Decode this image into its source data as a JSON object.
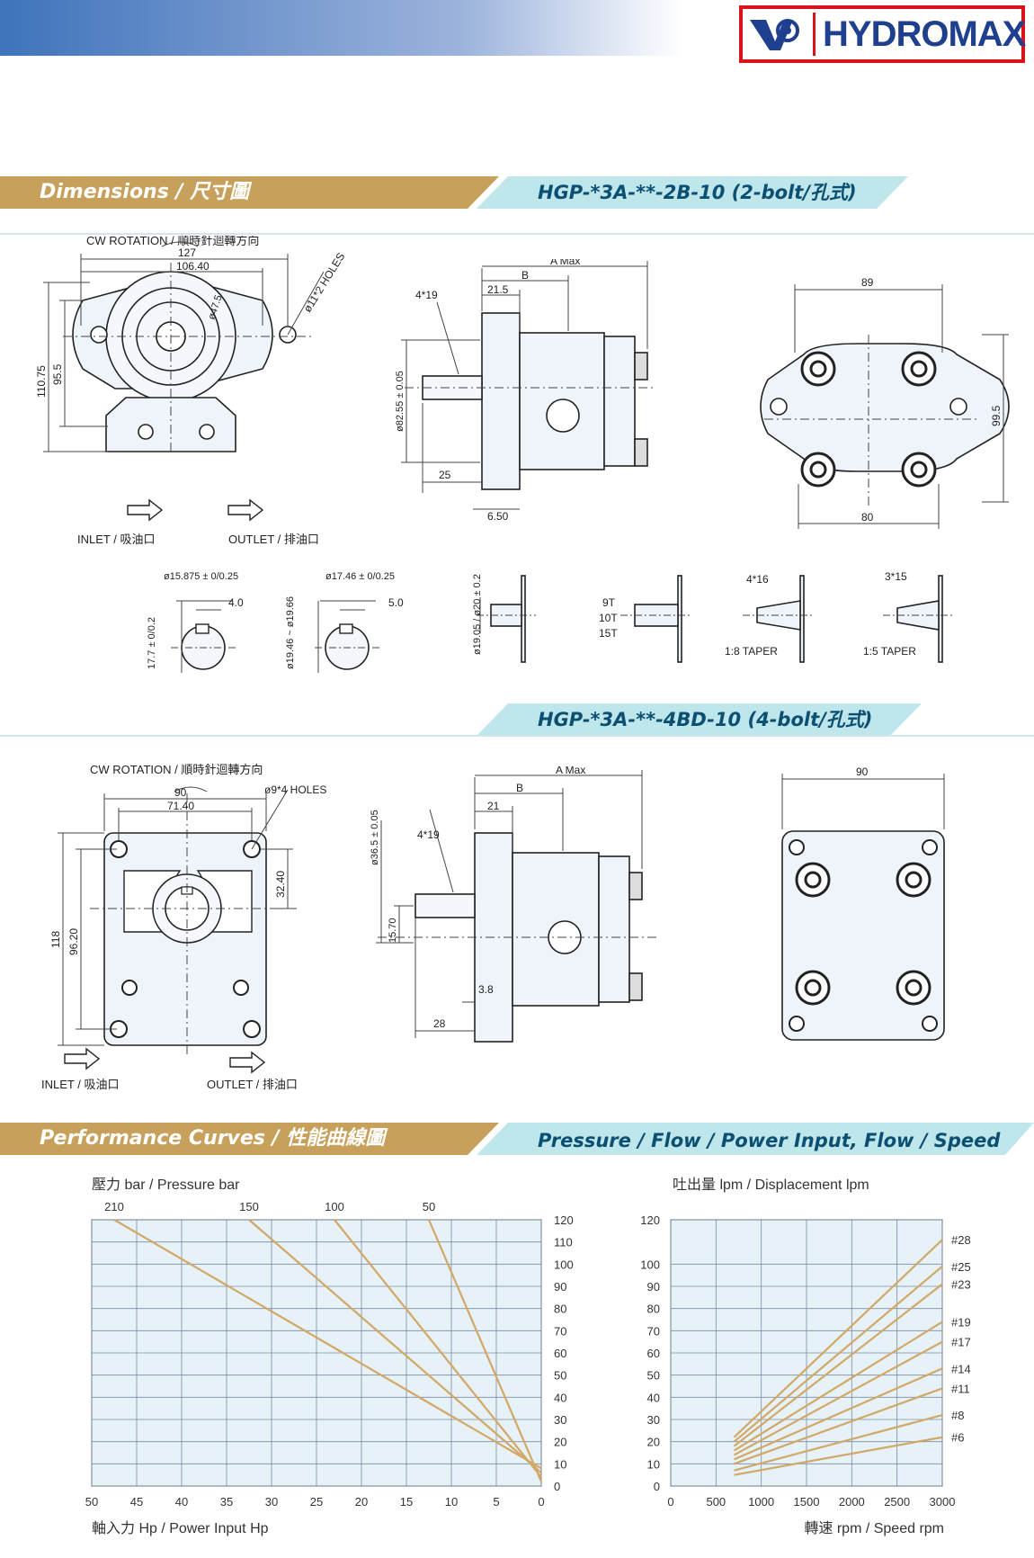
{
  "logo": {
    "text": "HYDROMAX",
    "brand_color": "#d8141a",
    "text_color": "#1f3f8f"
  },
  "colors": {
    "band_gold": "#c7a15b",
    "band_aqua": "#bfe6ea",
    "curve": "#d2a867",
    "grid_bg": "#e7f1f8",
    "top_bar": "#3f73bb"
  },
  "sections": {
    "dimensions_label": "Dimensions / 尺寸圖",
    "model_2bolt": "HGP-*3A-**-2B-10 (2-bolt/孔式)",
    "model_4bolt": "HGP-*3A-**-4BD-10 (4-bolt/孔式)",
    "performance_label": "Performance Curves / 性能曲線圖",
    "performance_sub": "Pressure / Flow / Power Input, Flow / Speed"
  },
  "drawing_2bolt": {
    "rotation": "CW ROTATION / 順時針迴轉方向",
    "dim_127": "127",
    "dim_106_40": "106.40",
    "holes": "ø11*2 HOLES",
    "bolt_circle": "ø47.5",
    "dim_110_75": "110.75",
    "dim_95_5": "95.5",
    "inlet": "INLET / 吸油口",
    "outlet": "OUTLET / 排油口",
    "a_max": "A Max",
    "b": "B",
    "dim_21_5": "21.5",
    "key_4x19": "4*19",
    "pilot": "ø82.55 ± 0.05",
    "dim_25": "25",
    "dim_6_50": "6.50",
    "dim_89": "89",
    "dim_99_5": "99.5",
    "dim_80": "80"
  },
  "shafts": {
    "key1_dia": "ø15.875 ± 0/0.25",
    "key1_w": "4.0",
    "key1_h": "17.7 ± 0/0.2",
    "key2_dia": "ø17.46 ± 0/0.25",
    "key2_w": "5.0",
    "key2_h": "ø19.46 ~ ø19.66",
    "shaft3": "ø19.05 / ø20 ± 0.2",
    "spline_9t": "9T",
    "spline_10t": "10T",
    "spline_15t": "15T",
    "taper1_key": "4*16",
    "taper1": "1:8 TAPER",
    "taper2_key": "3*15",
    "taper2": "1:5 TAPER"
  },
  "drawing_4bolt": {
    "rotation": "CW ROTATION / 順時針迴轉方向",
    "dim_90": "90",
    "dim_71_40": "71.40",
    "holes": "ø9*4 HOLES",
    "dim_32_40": "32.40",
    "dim_118": "118",
    "dim_96_20": "96.20",
    "inlet": "INLET / 吸油口",
    "outlet": "OUTLET / 排油口",
    "a_max": "A Max",
    "b": "B",
    "dim_21": "21",
    "key_4x19": "4*19",
    "pilot": "ø36.5 ± 0.05",
    "dim_15_70": "15.70",
    "dim_3_8": "3.8",
    "dim_28": "28",
    "side_90": "90"
  },
  "chart_data": [
    {
      "type": "line",
      "title": "壓力 bar / Pressure bar",
      "xlabel": "軸入力 Hp / Power Input Hp",
      "ylabel": "",
      "x_ticks": [
        50,
        45,
        40,
        35,
        30,
        25,
        20,
        15,
        10,
        5,
        0
      ],
      "xlim": [
        50,
        0
      ],
      "y_ticks": [
        0,
        10,
        20,
        30,
        40,
        50,
        60,
        70,
        80,
        90,
        100,
        110,
        120
      ],
      "ylim": [
        0,
        120
      ],
      "top_ticks": [
        210,
        150,
        100,
        50
      ],
      "grid": true,
      "series": [
        {
          "name": "210",
          "points": [
            [
              47.5,
              120
            ],
            [
              0,
              8
            ]
          ]
        },
        {
          "name": "150",
          "points": [
            [
              32.5,
              120
            ],
            [
              0,
              6
            ]
          ]
        },
        {
          "name": "100",
          "points": [
            [
              23,
              120
            ],
            [
              0,
              4
            ]
          ]
        },
        {
          "name": "50",
          "points": [
            [
              12.5,
              120
            ],
            [
              0,
              2
            ]
          ]
        }
      ]
    },
    {
      "type": "line",
      "title": "吐出量 lpm / Displacement lpm",
      "xlabel": "轉速 rpm / Speed rpm",
      "ylabel": "",
      "x_ticks": [
        0,
        500,
        1000,
        1500,
        2000,
        2500,
        3000
      ],
      "xlim": [
        0,
        3000
      ],
      "y_ticks": [
        0,
        10,
        20,
        30,
        40,
        50,
        60,
        70,
        80,
        90,
        100,
        120
      ],
      "ylim": [
        0,
        120
      ],
      "grid": true,
      "series": [
        {
          "name": "#28",
          "points": [
            [
              700,
              22
            ],
            [
              3000,
              111
            ]
          ]
        },
        {
          "name": "#25",
          "points": [
            [
              700,
              20
            ],
            [
              3000,
              99
            ]
          ]
        },
        {
          "name": "#23",
          "points": [
            [
              700,
              18
            ],
            [
              3000,
              91
            ]
          ]
        },
        {
          "name": "#19",
          "points": [
            [
              700,
              16
            ],
            [
              3000,
              74
            ]
          ]
        },
        {
          "name": "#17",
          "points": [
            [
              700,
              14
            ],
            [
              3000,
              65
            ]
          ]
        },
        {
          "name": "#14",
          "points": [
            [
              700,
              12
            ],
            [
              3000,
              53
            ]
          ]
        },
        {
          "name": "#11",
          "points": [
            [
              700,
              10
            ],
            [
              3000,
              44
            ]
          ]
        },
        {
          "name": "#8",
          "points": [
            [
              700,
              7
            ],
            [
              3000,
              32
            ]
          ]
        },
        {
          "name": "#6",
          "points": [
            [
              700,
              5
            ],
            [
              3000,
              22
            ]
          ]
        }
      ]
    }
  ]
}
